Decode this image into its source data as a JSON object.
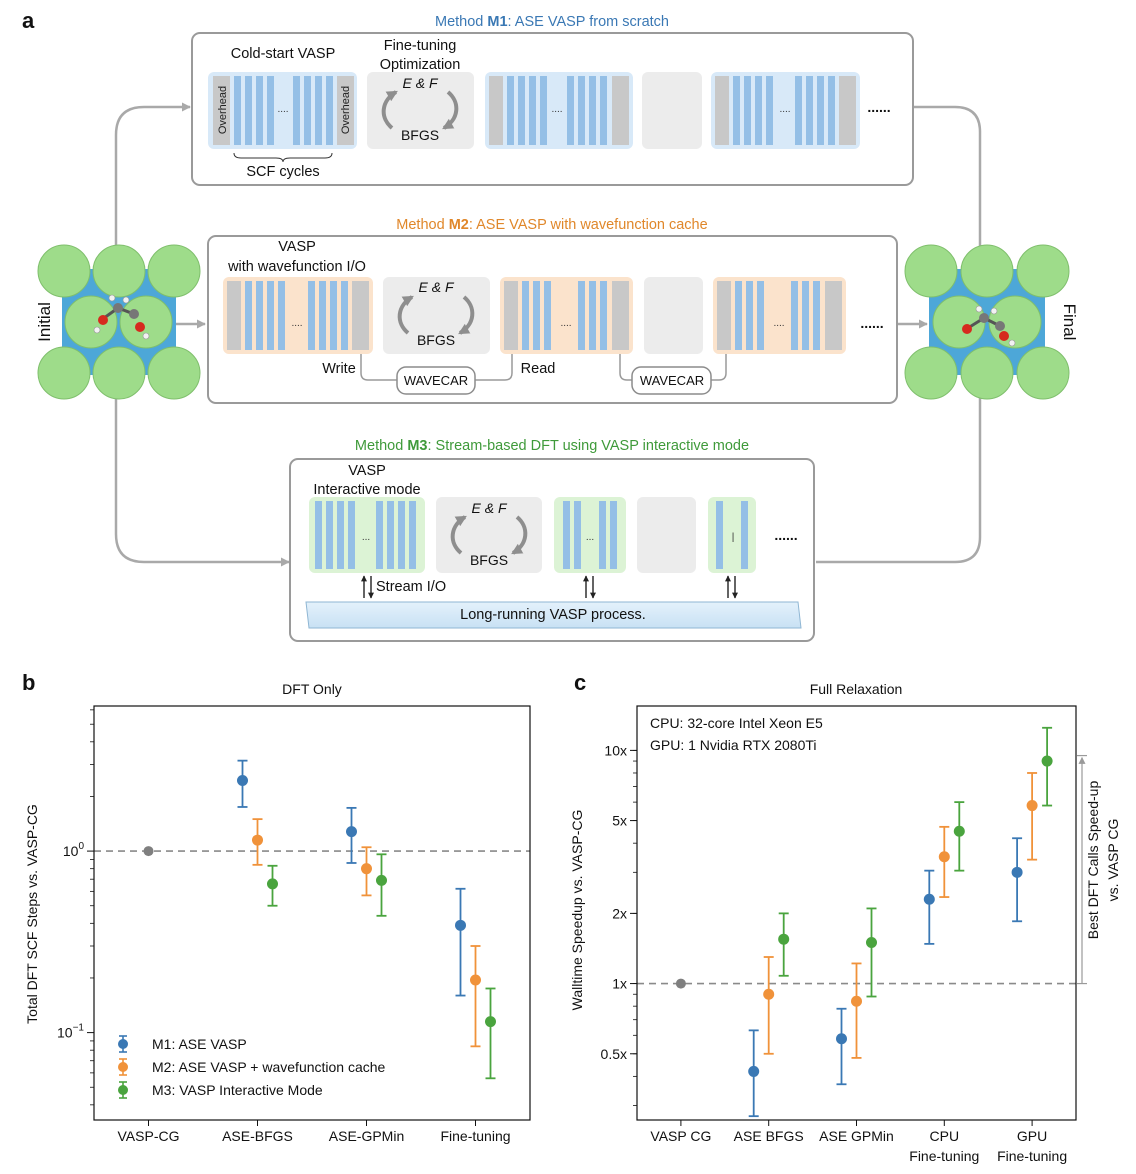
{
  "panel_labels": {
    "a": "a",
    "b": "b",
    "c": "c"
  },
  "colors": {
    "m1": "#3a78b4",
    "m2": "#f0923a",
    "m3": "#4aa43e",
    "m1_title": "#3a78b4",
    "m2_title": "#e0872a",
    "m3_title": "#3f9a3a",
    "bar_blue": "#94bfe6",
    "bar_gray": "#c8c8c8",
    "block_blue": "#d8e9f8",
    "block_orange": "#fbe3cc",
    "block_green": "#dcf3d5",
    "block_gray": "#ececec",
    "atom_green": "#9edc8a",
    "atom_blue": "#4da7d8"
  },
  "diagram": {
    "initial_label": "Initial",
    "final_label": "Final",
    "m1": {
      "title_pre": "Method ",
      "title_bold": "M1",
      "title_post": ": ASE VASP from scratch",
      "cold_start": "Cold-start VASP",
      "overhead": "Overhead",
      "dots_small": "....",
      "finetune_line1": "Fine-tuning",
      "finetune_line2": "Optimization",
      "ef": "E & F",
      "bfgs": "BFGS",
      "scf_cycles": "SCF cycles",
      "more": "......"
    },
    "m2": {
      "title_pre": "Method ",
      "title_bold": "M2",
      "title_post": ": ASE VASP with wavefunction cache",
      "vasp": "VASP",
      "vasp_io": "with wavefunction I/O",
      "ef": "E & F",
      "bfgs": "BFGS",
      "write": "Write",
      "read": "Read",
      "wavecar": "WAVECAR",
      "dots_small": "....",
      "more": "......"
    },
    "m3": {
      "title_pre": "Method ",
      "title_bold": "M3",
      "title_post": ": Stream-based DFT using VASP interactive mode",
      "vasp": "VASP",
      "interactive": "Interactive mode",
      "ef": "E & F",
      "bfgs": "BFGS",
      "stream_io": "Stream I/O",
      "process": "Long-running VASP process.",
      "dots_small": "...",
      "more": "......"
    }
  },
  "chart_data": [
    {
      "type": "scatter",
      "title": "DFT Only",
      "ylabel": "Total DFT SCF Steps vs. VASP-CG",
      "yscale": "log",
      "ylim": [
        0.033,
        6.3
      ],
      "yticks": [
        {
          "value": 1,
          "base": "10",
          "exp": "0"
        },
        {
          "value": 0.1,
          "base": "10",
          "exp": "−1"
        }
      ],
      "categories": [
        "VASP-CG",
        "ASE-BFGS",
        "ASE-GPMin",
        "Fine-tuning"
      ],
      "reference": {
        "category": "VASP-CG",
        "value": 1.0
      },
      "series": [
        {
          "name": "M1: ASE VASP",
          "values": [
            null,
            2.45,
            1.28,
            0.39
          ],
          "lower": [
            null,
            1.75,
            0.86,
            0.16
          ],
          "upper": [
            null,
            3.15,
            1.73,
            0.62
          ]
        },
        {
          "name": "M2: ASE VASP + wavefunction cache",
          "values": [
            null,
            1.15,
            0.8,
            0.195
          ],
          "lower": [
            null,
            0.84,
            0.57,
            0.084
          ],
          "upper": [
            null,
            1.5,
            1.05,
            0.3
          ]
        },
        {
          "name": "M3: VASP Interactive Mode",
          "values": [
            null,
            0.66,
            0.69,
            0.115
          ],
          "lower": [
            null,
            0.5,
            0.44,
            0.056
          ],
          "upper": [
            null,
            0.83,
            0.96,
            0.175
          ]
        }
      ]
    },
    {
      "type": "scatter",
      "title": "Full Relaxation",
      "ylabel": "Walltime Speedup vs. VASP-CG",
      "yscale": "log",
      "ylim": [
        0.26,
        15.5
      ],
      "yticks": [
        {
          "value": 0.5,
          "label": "0.5x"
        },
        {
          "value": 1,
          "label": "1x"
        },
        {
          "value": 2,
          "label": "2x"
        },
        {
          "value": 5,
          "label": "5x"
        },
        {
          "value": 10,
          "label": "10x"
        }
      ],
      "categories": [
        [
          "VASP CG"
        ],
        [
          "ASE BFGS"
        ],
        [
          "ASE GPMin"
        ],
        [
          "CPU",
          "Fine-tuning"
        ],
        [
          "GPU",
          "Fine-tuning"
        ]
      ],
      "reference": {
        "category": "VASP CG",
        "value": 1.0
      },
      "annotation_lines": [
        "CPU: 32-core Intel Xeon E5",
        "GPU: 1 Nvidia RTX 2080Ti"
      ],
      "bracket_lines": [
        "Best DFT Calls Speed-up",
        "vs. VASP CG"
      ],
      "bracket_range": [
        1.0,
        9.5
      ],
      "series": [
        {
          "name": "M1",
          "values": [
            null,
            0.42,
            0.58,
            2.3,
            3.0
          ],
          "lower": [
            null,
            0.27,
            0.37,
            1.48,
            1.85
          ],
          "upper": [
            null,
            0.63,
            0.78,
            3.05,
            4.2
          ]
        },
        {
          "name": "M2",
          "values": [
            null,
            0.9,
            0.84,
            3.5,
            5.8
          ],
          "lower": [
            null,
            0.5,
            0.48,
            2.35,
            3.4
          ],
          "upper": [
            null,
            1.3,
            1.22,
            4.7,
            8.0
          ]
        },
        {
          "name": "M3",
          "values": [
            null,
            1.55,
            1.5,
            4.5,
            9.0
          ],
          "lower": [
            null,
            1.08,
            0.88,
            3.05,
            5.8
          ],
          "upper": [
            null,
            2.0,
            2.1,
            6.0,
            12.5
          ]
        }
      ]
    }
  ]
}
